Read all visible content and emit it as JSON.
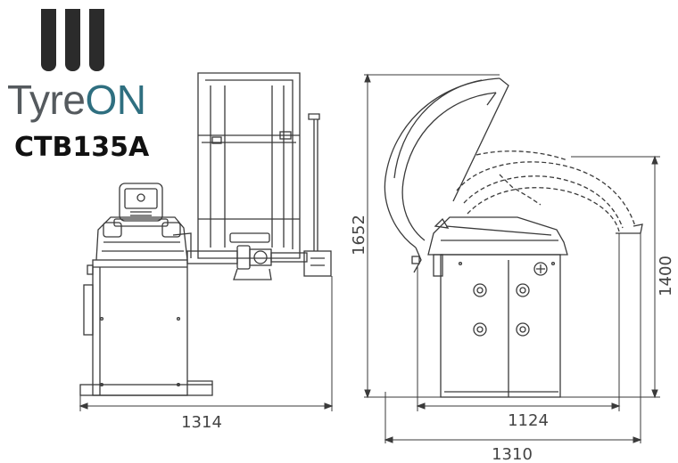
{
  "brand": {
    "name_part1": "Tyre",
    "name_part2": "ON",
    "model": "CTB135A"
  },
  "colors": {
    "brand_gray": "#555a5e",
    "brand_teal": "#2f6f80",
    "line": "#3a3a3a"
  },
  "dimensions": {
    "left_width": "1314",
    "cabinet_width": "1124",
    "overall_depth": "1310",
    "height_raised": "1652",
    "height_lowered": "1400"
  }
}
